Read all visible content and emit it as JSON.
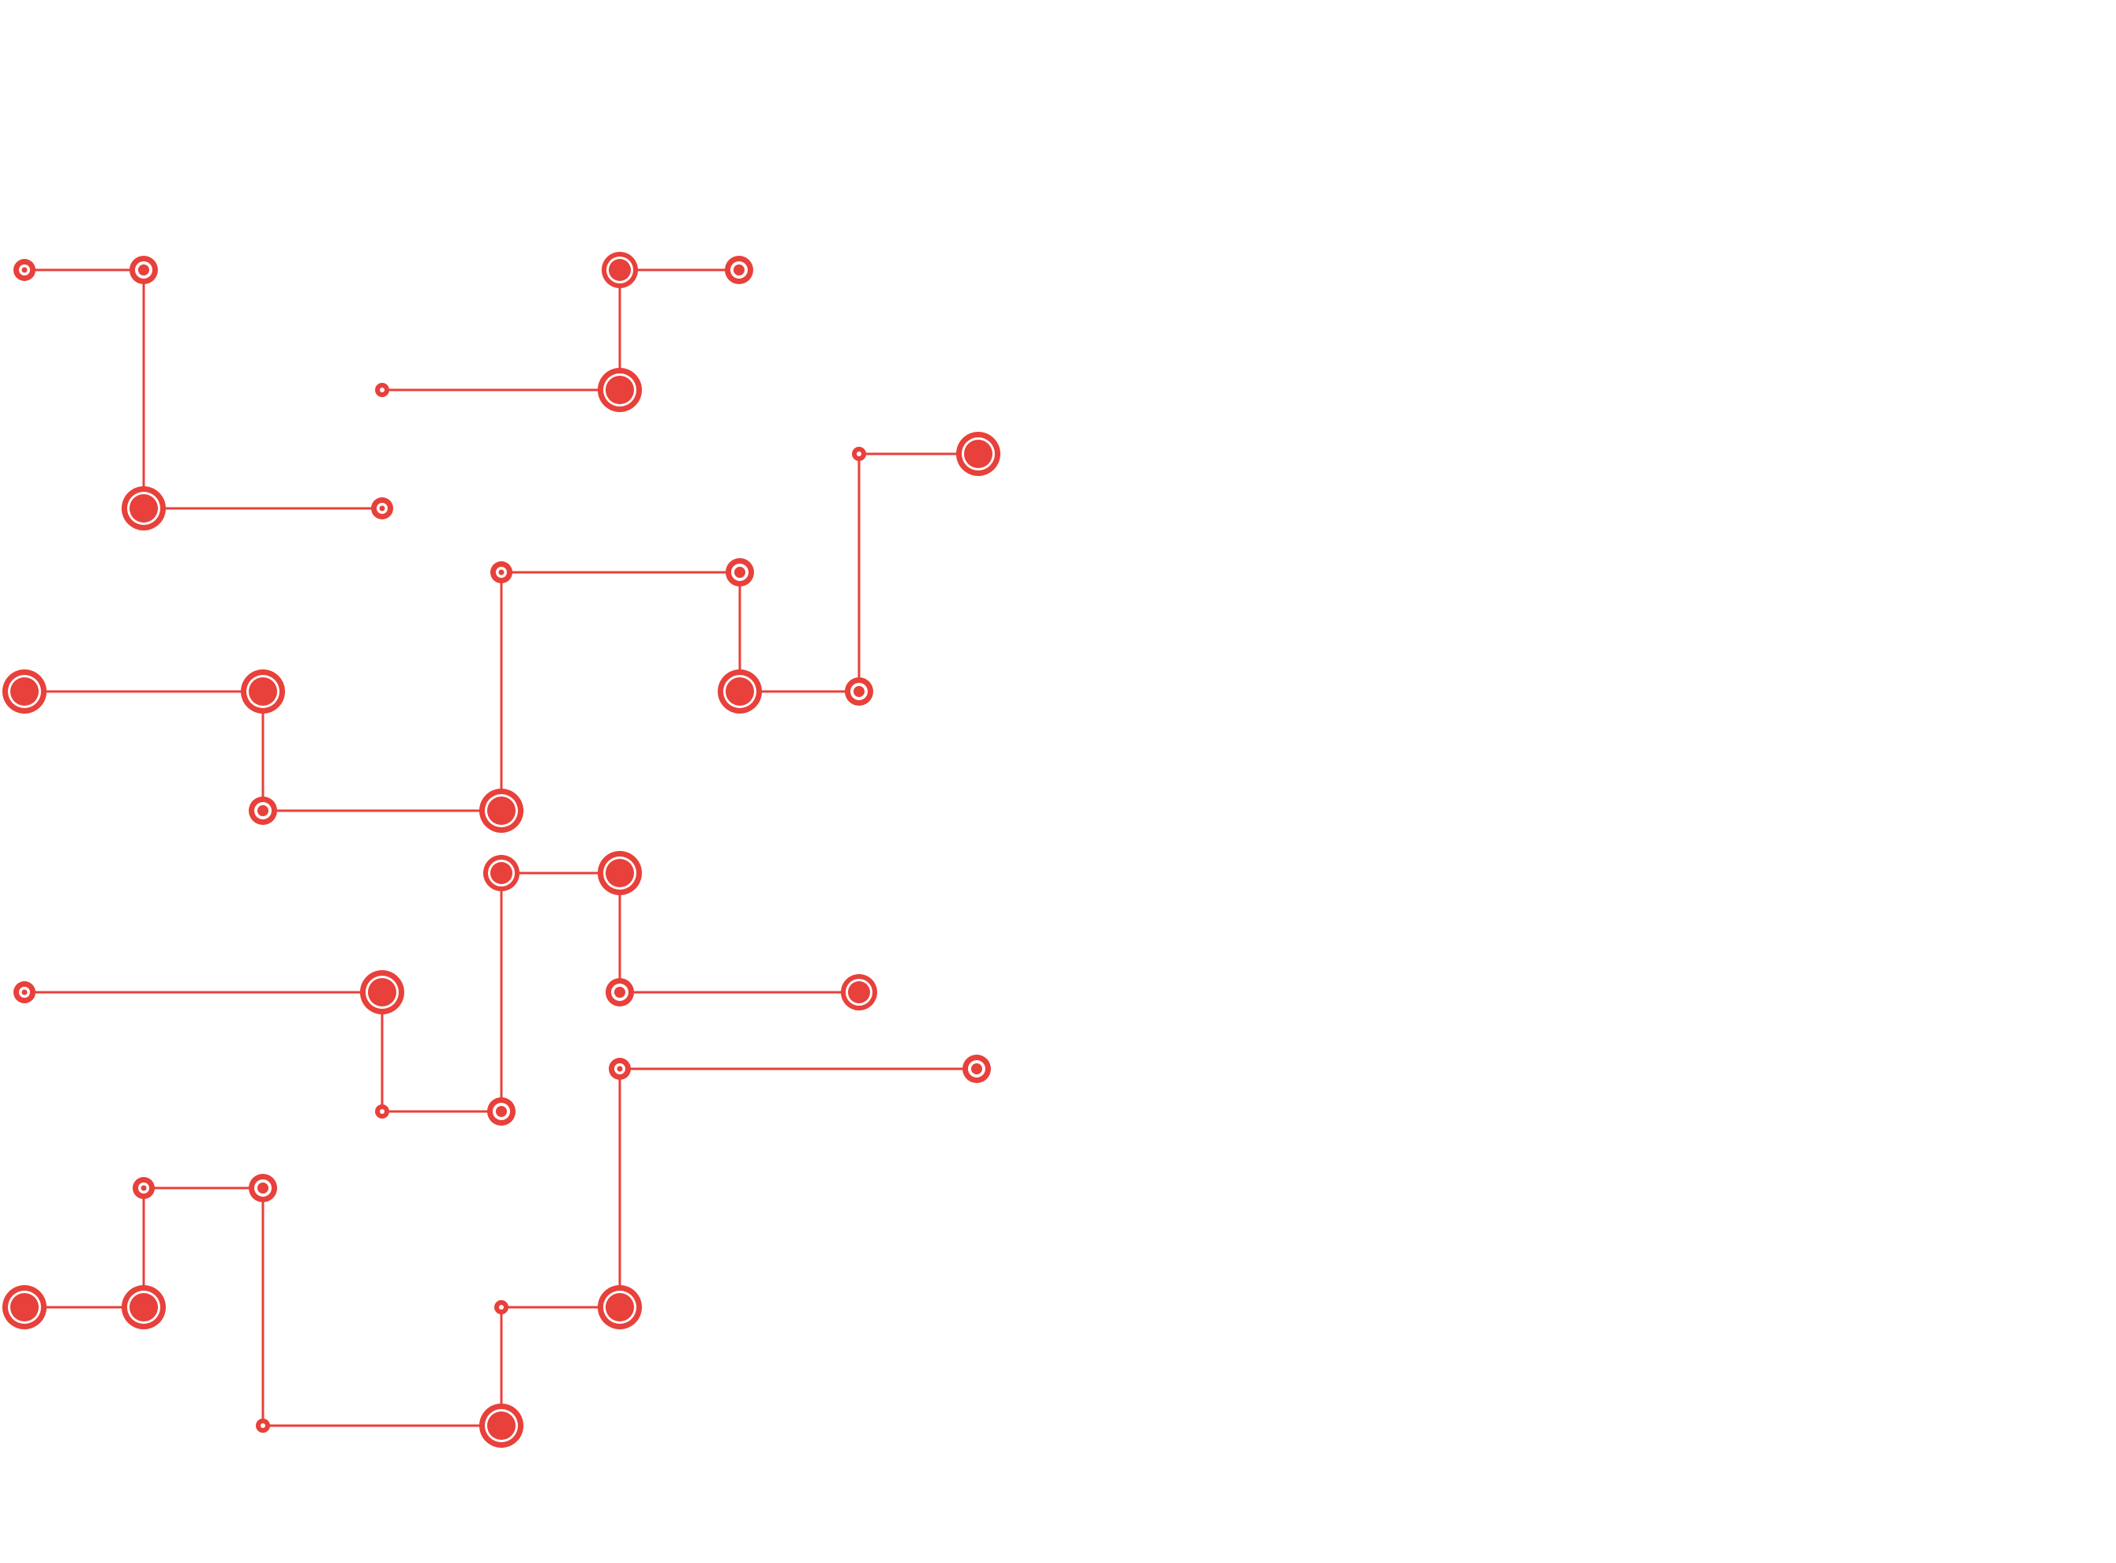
{
  "diagram": {
    "stroke_color": "#e8403a",
    "background_color": "#ffffff",
    "paths": [
      {
        "name": "trace-1",
        "nodes": [
          {
            "kind": "ring-small"
          },
          {
            "kind": "ring-medium"
          },
          {
            "kind": "node-large"
          },
          {
            "kind": "ring-small"
          }
        ]
      },
      {
        "name": "trace-2",
        "nodes": [
          {
            "kind": "dot"
          },
          {
            "kind": "node-large"
          },
          {
            "kind": "node-medium"
          },
          {
            "kind": "ring-medium"
          }
        ]
      },
      {
        "name": "trace-3",
        "nodes": [
          {
            "kind": "dot"
          },
          {
            "kind": "node-large"
          }
        ]
      },
      {
        "name": "trace-4",
        "nodes": [
          {
            "kind": "ring-small"
          },
          {
            "kind": "ring-medium"
          },
          {
            "kind": "node-large"
          },
          {
            "kind": "ring-medium"
          }
        ]
      },
      {
        "name": "trace-5",
        "nodes": [
          {
            "kind": "node-large"
          },
          {
            "kind": "node-large"
          },
          {
            "kind": "ring-medium"
          },
          {
            "kind": "node-large"
          }
        ]
      },
      {
        "name": "trace-6",
        "nodes": [
          {
            "kind": "ring-small"
          },
          {
            "kind": "node-large"
          },
          {
            "kind": "dot"
          },
          {
            "kind": "ring-medium"
          }
        ]
      },
      {
        "name": "trace-7",
        "nodes": [
          {
            "kind": "node-medium"
          },
          {
            "kind": "node-large"
          },
          {
            "kind": "ring-medium"
          },
          {
            "kind": "node-medium"
          }
        ]
      },
      {
        "name": "trace-8",
        "nodes": [
          {
            "kind": "ring-small"
          },
          {
            "kind": "ring-medium"
          }
        ]
      },
      {
        "name": "trace-9",
        "nodes": [
          {
            "kind": "node-large"
          },
          {
            "kind": "node-large"
          },
          {
            "kind": "ring-small"
          },
          {
            "kind": "ring-medium"
          }
        ]
      },
      {
        "name": "trace-10",
        "nodes": [
          {
            "kind": "dot"
          },
          {
            "kind": "node-large"
          },
          {
            "kind": "dot"
          },
          {
            "kind": "node-large"
          }
        ]
      }
    ]
  }
}
